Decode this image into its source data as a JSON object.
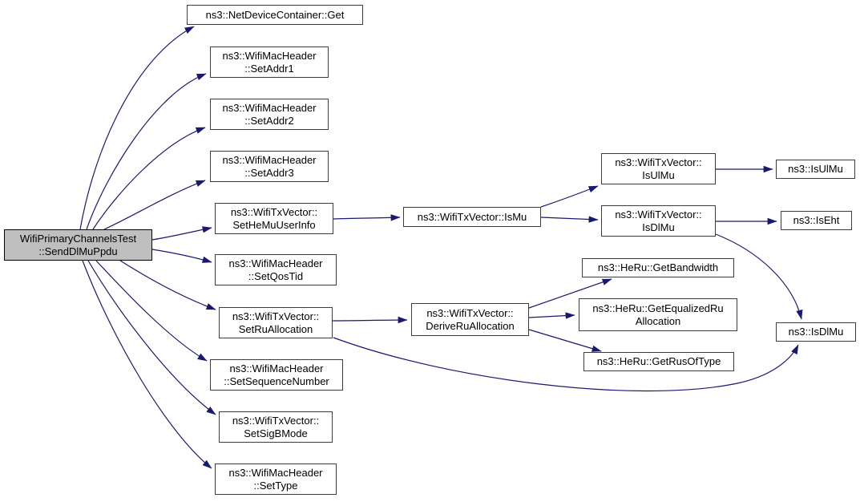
{
  "diagram": {
    "type": "call-graph",
    "direction": "left-to-right",
    "colors": {
      "edge": "#191970",
      "arrowhead": "#191970",
      "node_fill": "#ffffff",
      "node_border": "#3d3d3d",
      "main_fill": "#bfbfbf",
      "main_border": "#000000",
      "text": "#000000",
      "background": "#ffffff"
    },
    "nodes": [
      {
        "id": "send-dl-mu-ppdu",
        "main": true,
        "lines": [
          "WifiPrimaryChannelsTest",
          "::SendDlMuPpdu"
        ]
      },
      {
        "id": "net-device-container-get",
        "lines": [
          "ns3::NetDeviceContainer::Get"
        ]
      },
      {
        "id": "wifi-mac-header-set-addr1",
        "lines": [
          "ns3::WifiMacHeader",
          "::SetAddr1"
        ]
      },
      {
        "id": "wifi-mac-header-set-addr2",
        "lines": [
          "ns3::WifiMacHeader",
          "::SetAddr2"
        ]
      },
      {
        "id": "wifi-mac-header-set-addr3",
        "lines": [
          "ns3::WifiMacHeader",
          "::SetAddr3"
        ]
      },
      {
        "id": "wifi-tx-vector-set-he-mu-user-info",
        "lines": [
          "ns3::WifiTxVector::",
          "SetHeMuUserInfo"
        ]
      },
      {
        "id": "wifi-mac-header-set-qos-tid",
        "lines": [
          "ns3::WifiMacHeader",
          "::SetQosTid"
        ]
      },
      {
        "id": "wifi-tx-vector-set-ru-allocation",
        "lines": [
          "ns3::WifiTxVector::",
          "SetRuAllocation"
        ]
      },
      {
        "id": "wifi-mac-header-set-sequence-number",
        "lines": [
          "ns3::WifiMacHeader",
          "::SetSequenceNumber"
        ]
      },
      {
        "id": "wifi-tx-vector-set-sig-b-mode",
        "lines": [
          "ns3::WifiTxVector::",
          "SetSigBMode"
        ]
      },
      {
        "id": "wifi-mac-header-set-type",
        "lines": [
          "ns3::WifiMacHeader",
          "::SetType"
        ]
      },
      {
        "id": "wifi-tx-vector-is-mu",
        "lines": [
          "ns3::WifiTxVector::IsMu"
        ]
      },
      {
        "id": "wifi-tx-vector-derive-ru-allocation",
        "lines": [
          "ns3::WifiTxVector::",
          "DeriveRuAllocation"
        ]
      },
      {
        "id": "wifi-tx-vector-is-ul-mu",
        "lines": [
          "ns3::WifiTxVector::",
          "IsUlMu"
        ]
      },
      {
        "id": "wifi-tx-vector-is-dl-mu",
        "lines": [
          "ns3::WifiTxVector::",
          "IsDlMu"
        ]
      },
      {
        "id": "he-ru-get-bandwidth",
        "lines": [
          "ns3::HeRu::GetBandwidth"
        ]
      },
      {
        "id": "he-ru-get-equalized-ru-allocation",
        "lines": [
          "ns3::HeRu::GetEqualizedRu",
          "Allocation"
        ]
      },
      {
        "id": "he-ru-get-rus-of-type",
        "lines": [
          "ns3::HeRu::GetRusOfType"
        ]
      },
      {
        "id": "is-ul-mu",
        "lines": [
          "ns3::IsUlMu"
        ]
      },
      {
        "id": "is-eht",
        "lines": [
          "ns3::IsEht"
        ]
      },
      {
        "id": "is-dl-mu",
        "lines": [
          "ns3::IsDlMu"
        ]
      }
    ],
    "edges": [
      {
        "from": "send-dl-mu-ppdu",
        "to": "net-device-container-get"
      },
      {
        "from": "send-dl-mu-ppdu",
        "to": "wifi-mac-header-set-addr1"
      },
      {
        "from": "send-dl-mu-ppdu",
        "to": "wifi-mac-header-set-addr2"
      },
      {
        "from": "send-dl-mu-ppdu",
        "to": "wifi-mac-header-set-addr3"
      },
      {
        "from": "send-dl-mu-ppdu",
        "to": "wifi-tx-vector-set-he-mu-user-info"
      },
      {
        "from": "send-dl-mu-ppdu",
        "to": "wifi-mac-header-set-qos-tid"
      },
      {
        "from": "send-dl-mu-ppdu",
        "to": "wifi-tx-vector-set-ru-allocation"
      },
      {
        "from": "send-dl-mu-ppdu",
        "to": "wifi-mac-header-set-sequence-number"
      },
      {
        "from": "send-dl-mu-ppdu",
        "to": "wifi-tx-vector-set-sig-b-mode"
      },
      {
        "from": "send-dl-mu-ppdu",
        "to": "wifi-mac-header-set-type"
      },
      {
        "from": "wifi-tx-vector-set-he-mu-user-info",
        "to": "wifi-tx-vector-is-mu"
      },
      {
        "from": "wifi-tx-vector-is-mu",
        "to": "wifi-tx-vector-is-ul-mu"
      },
      {
        "from": "wifi-tx-vector-is-mu",
        "to": "wifi-tx-vector-is-dl-mu"
      },
      {
        "from": "wifi-tx-vector-is-ul-mu",
        "to": "is-ul-mu"
      },
      {
        "from": "wifi-tx-vector-is-dl-mu",
        "to": "is-eht"
      },
      {
        "from": "wifi-tx-vector-is-dl-mu",
        "to": "is-dl-mu"
      },
      {
        "from": "wifi-tx-vector-set-ru-allocation",
        "to": "wifi-tx-vector-derive-ru-allocation"
      },
      {
        "from": "wifi-tx-vector-set-ru-allocation",
        "to": "is-dl-mu"
      },
      {
        "from": "wifi-tx-vector-derive-ru-allocation",
        "to": "he-ru-get-bandwidth"
      },
      {
        "from": "wifi-tx-vector-derive-ru-allocation",
        "to": "he-ru-get-equalized-ru-allocation"
      },
      {
        "from": "wifi-tx-vector-derive-ru-allocation",
        "to": "he-ru-get-rus-of-type"
      }
    ]
  }
}
